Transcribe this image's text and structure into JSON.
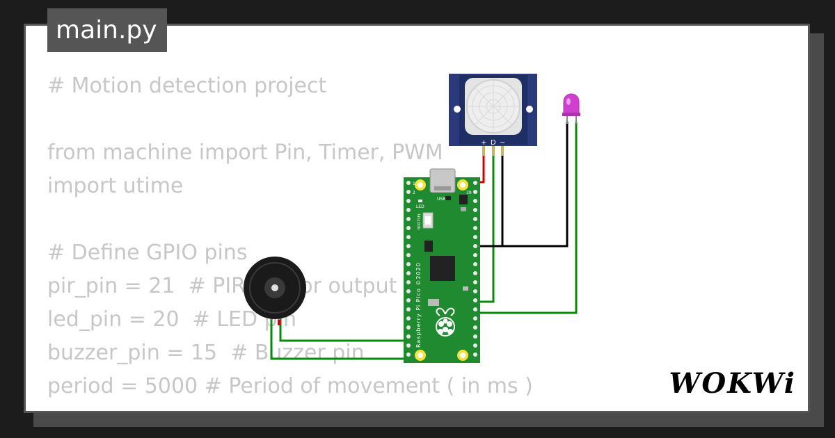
{
  "editor": {
    "filename": "main.py",
    "code_lines": [
      "# Motion detection project",
      "",
      "from machine import Pin, Timer, PWM",
      "import utime",
      "",
      "# Define GPIO pins",
      "pir_pin = 21  # PIR sensor output pin",
      "led_pin = 20  # LED pin",
      "buzzer_pin = 15  # Buzzer pin",
      "period = 5000 # Period of movement ( in ms )"
    ]
  },
  "board": {
    "silkscreen": "Raspberry Pi Pico ©2020",
    "led_label": "LED",
    "usb_label": "USB",
    "bootsel_label": "BOOTSEL",
    "pin_1": "1",
    "pin_2": "2",
    "pin_39": "39"
  },
  "pir_sensor": {
    "pin_labels": [
      "+",
      "D",
      "−"
    ]
  },
  "brand": {
    "logo_text": "WOKWi"
  },
  "colors": {
    "wire_green": "#0a8a0a",
    "wire_black": "#000000",
    "wire_red": "#d40000",
    "board_green": "#1f8a2f",
    "led_magenta": "#d040d0",
    "pir_blue": "#2a3a7a"
  }
}
